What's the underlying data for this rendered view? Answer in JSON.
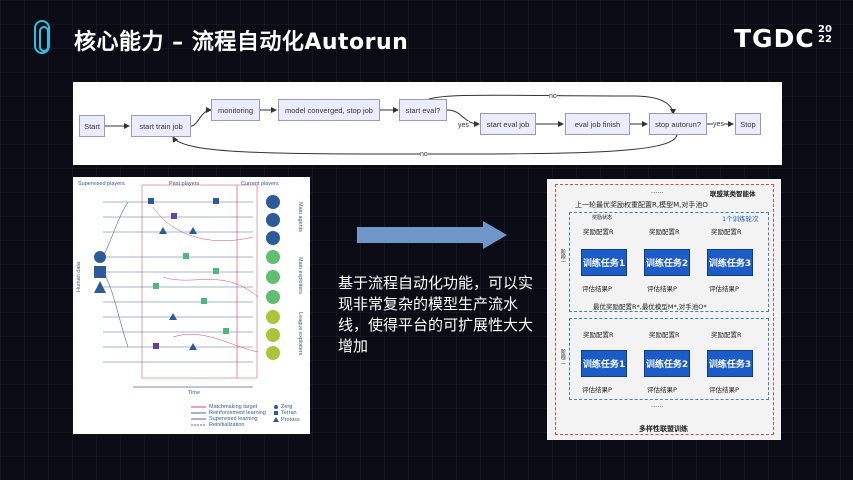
{
  "header": {
    "title": "核心能力 – 流程自动化Autorun",
    "brand": "TGDC",
    "brand_year_top": "20",
    "brand_year_bottom": "22"
  },
  "flow": {
    "nodes": [
      "Start",
      "start train job",
      "monitoring",
      "model converged, stop job",
      "start eval?",
      "start eval job",
      "eval job finish",
      "stop autorun?",
      "Stop"
    ],
    "labels": {
      "yes1": "yes",
      "yes2": "yes",
      "no_top": "no",
      "no_bottom": "no"
    }
  },
  "league": {
    "headers": [
      "Supervised players",
      "Past players",
      "Current players"
    ],
    "left_label": "Human data",
    "side_labels": [
      "Main agents",
      "Main exploiters",
      "League exploiters"
    ],
    "time_label": "Time",
    "legend_lines": [
      "Matchmaking target",
      "Reinforcement learning",
      "Supervised learning",
      "Reinitialization"
    ],
    "legend_races": [
      "Zerg",
      "Terran",
      "Protoss"
    ]
  },
  "description": "基于流程自动化功能，可以实现非常复杂的模型生产流水线，使得平台的可扩展性大大增加",
  "alliance": {
    "dots": "......",
    "top_right_title": "联盟某类智能体",
    "round_prev": "上一轮最优奖励权重配置R",
    "round_prev_tail": ",模型M",
    "round_prev_pool": ",对手池O",
    "round_label": "1个训练轮次",
    "reward_state": "奖励状态",
    "reward_config": "奖励配置R",
    "tasks_row1": [
      "训练任务1",
      "训练任务2",
      "训练任务3"
    ],
    "tasks_row2": [
      "训练任务1",
      "训练任务2",
      "训练任务3"
    ],
    "eval_result": "评估结果P",
    "best_line": "最优奖励配置R*,最优模型M*,对手池O*",
    "stage1": "阶段一",
    "stage2": "阶段二",
    "bottom_dots": "......",
    "footer": "多样性联盟训练"
  }
}
